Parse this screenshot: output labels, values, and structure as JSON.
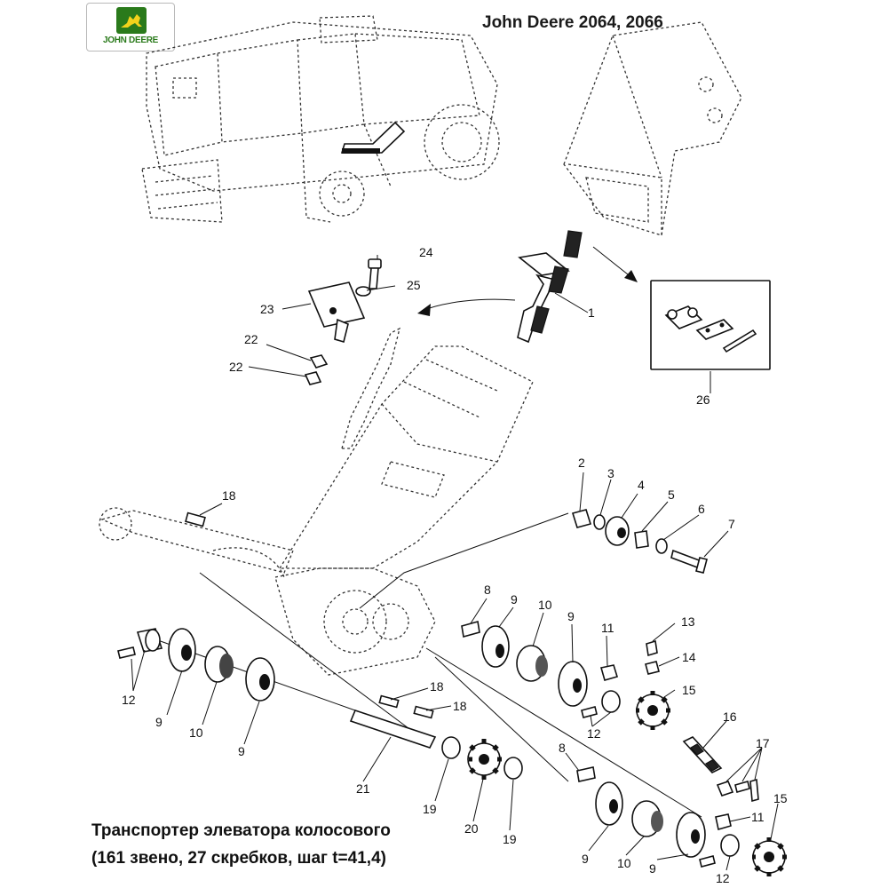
{
  "header": {
    "brand_text": "JOHN DEERE",
    "title": "John Deere 2064, 2066"
  },
  "caption": {
    "line1": "Транспортер элеватора колосового",
    "line2": "(161 звено, 27 скребков, шаг t=41,4)"
  },
  "parts": {
    "p1": "1",
    "p2": "2",
    "p3": "3",
    "p4": "4",
    "p5": "5",
    "p6": "6",
    "p7": "7",
    "p8a": "8",
    "p8b": "8",
    "p9a": "9",
    "p9b": "9",
    "p9c": "9",
    "p9d": "9",
    "p9e": "9",
    "p9f": "9",
    "p10a": "10",
    "p10b": "10",
    "p10c": "10",
    "p11a": "11",
    "p11b": "11",
    "p12a": "12",
    "p12b": "12",
    "p12c": "12",
    "p13": "13",
    "p14": "14",
    "p15a": "15",
    "p15b": "15",
    "p16": "16",
    "p17": "17",
    "p18a": "18",
    "p18b": "18",
    "p18c": "18",
    "p19a": "19",
    "p19b": "19",
    "p20": "20",
    "p21": "21",
    "p22a": "22",
    "p22b": "22",
    "p23": "23",
    "p24": "24",
    "p25": "25",
    "p26": "26"
  },
  "colors": {
    "brand_green": "#2a7a1b",
    "brand_yellow": "#f2d21b",
    "line": "#111111"
  }
}
